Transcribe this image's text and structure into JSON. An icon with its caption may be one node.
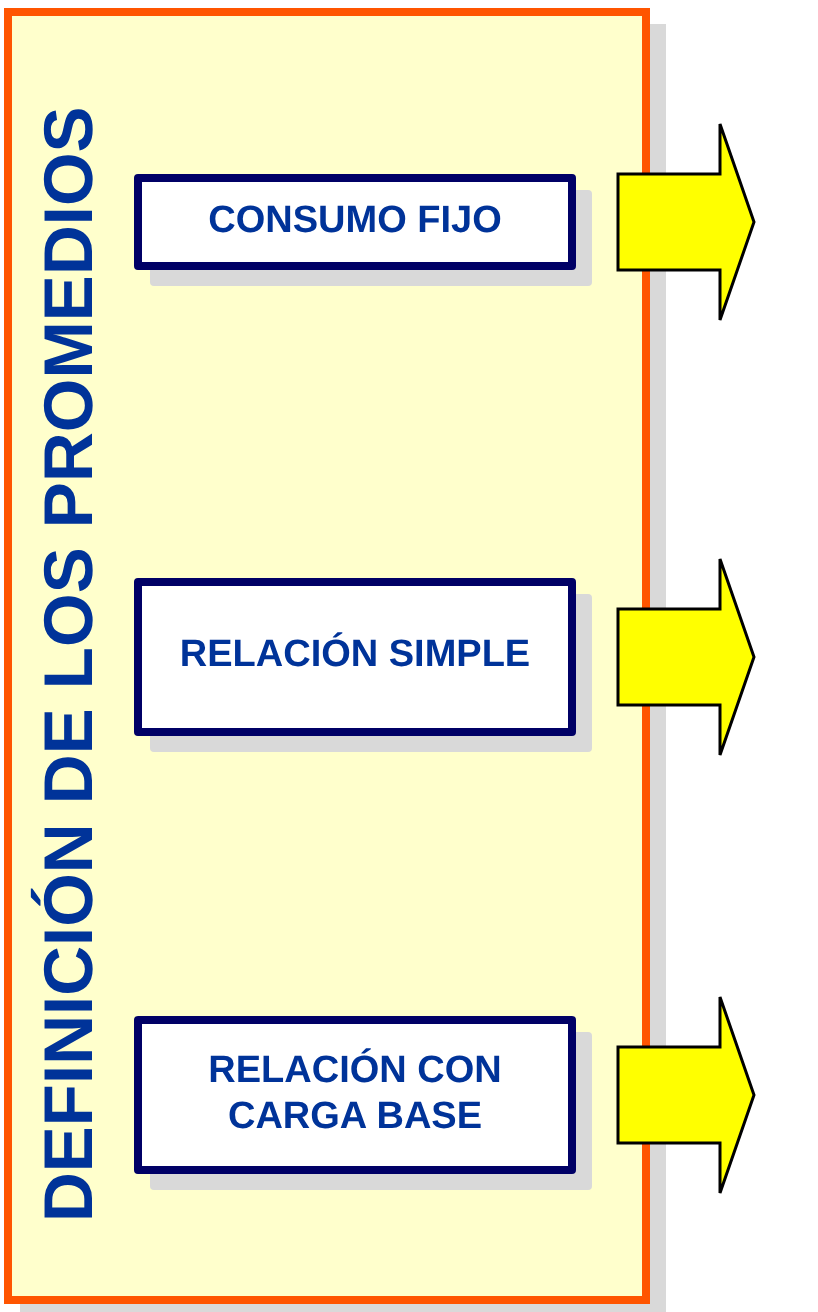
{
  "diagram": {
    "nodes": [
      {
        "text": [
          "DEFINICIÓN DE LOS PROMEDIOS"
        ]
      },
      {
        "text": [
          "CONSUMO FIJO"
        ],
        "in": 0
      },
      {
        "text": [
          "RELACIÓN SIMPLE"
        ],
        "in": 0
      },
      {
        "text": [
          "RELACIÓN CON CARGA BASE"
        ],
        "in": 0
      }
    ],
    "edges": [
      {
        "from": 1,
        "to": null,
        "arrow": "to"
      },
      {
        "from": 2,
        "to": null,
        "arrow": "to"
      },
      {
        "from": 3,
        "to": null,
        "arrow": "to"
      }
    ]
  }
}
